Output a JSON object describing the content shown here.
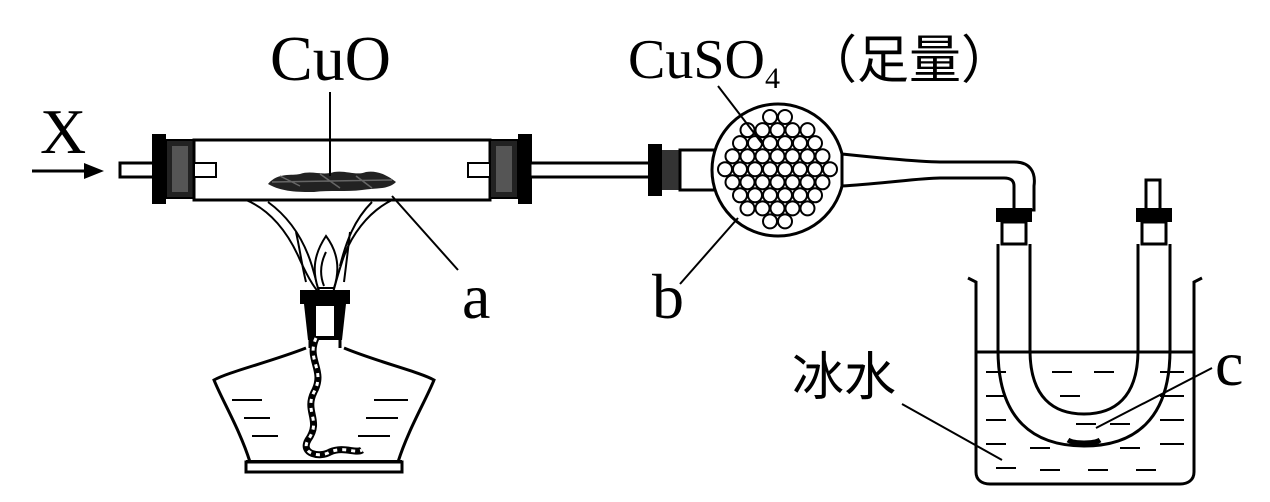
{
  "labels": {
    "gas": "X",
    "solid": "CuO",
    "drying_agent_formula": "CuSO",
    "drying_agent_subscript": "4",
    "drying_agent_note": "（足量）",
    "part_a": "a",
    "part_b": "b",
    "part_c": "c",
    "bath": "冰水"
  }
}
